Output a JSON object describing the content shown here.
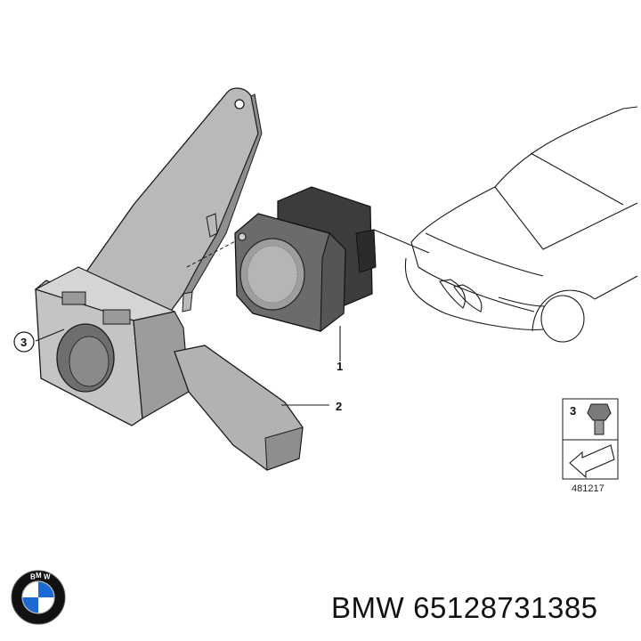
{
  "callouts": [
    {
      "id": "1",
      "label": "1"
    },
    {
      "id": "2",
      "label": "2"
    },
    {
      "id": "3",
      "label": "3"
    }
  ],
  "legend": {
    "item_number": "3",
    "diagram_id": "481217"
  },
  "caption": {
    "brand": "BMW",
    "part_number": "65128731385"
  },
  "logo": {
    "lettering": "BMW",
    "colors": {
      "blue": "#1c69d4",
      "white": "#ffffff",
      "ring": "#111111"
    }
  },
  "colors": {
    "line": "#1a1a1a",
    "bracket_fill": "#b9b9b9",
    "bracket_shade": "#8e8e8e",
    "sensor_fill": "#6b6b6b",
    "sensor_dark": "#3c3c3c"
  }
}
